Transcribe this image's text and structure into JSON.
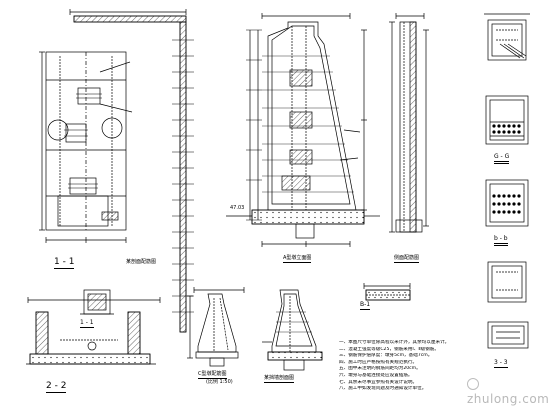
{
  "section_1_1": {
    "label": "1 - 1",
    "caption": "某剖面配筋图"
  },
  "section_a": {
    "caption": "A型墩立面图"
  },
  "elev_label": {
    "value": "47.03"
  },
  "side_view": {
    "caption": "侧面配筋图"
  },
  "section_2_2": {
    "label": "2 - 2"
  },
  "detail_b": {
    "label": "B-1"
  },
  "buttress_c": {
    "caption": "C型墩配筋图",
    "sub": "(比例 1:50)"
  },
  "buttress_d": {
    "caption": "某挡墙剖面图"
  },
  "beam_detail": {
    "label": "1 - 1"
  },
  "sec_gg": {
    "label": "G - G"
  },
  "sec_bb": {
    "label": "b - b"
  },
  "sec_x": {
    "label": "3 - 3"
  },
  "notes": [
    "一、本图尺寸单位除高程以米计外，其余均以厘米计。",
    "二、混凝土强度等级C25，钢筋采用Ⅰ、Ⅱ级钢筋。",
    "三、钢筋保护层厚度：墩身5cm，基础7cm。",
    "四、施工时应严格按照有关规范执行。",
    "五、图中未注明的钢筋间距均为20cm。",
    "六、墩身与基础连接处应设置插筋。",
    "七、其余未尽事宜参照有关设计说明。",
    "八、施工中如发现问题及时通知设计单位。"
  ],
  "watermark": {
    "text": "zhulong.com"
  }
}
